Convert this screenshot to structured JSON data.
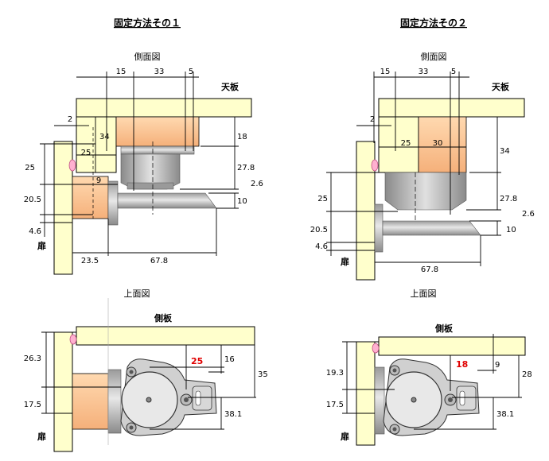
{
  "titles": {
    "left": "固定方法その１",
    "right": "固定方法その２"
  },
  "views": {
    "side": "側面図",
    "top": "上面図"
  },
  "parts": {
    "top_board": "天板",
    "side_board": "側板",
    "door": "扉"
  },
  "left_side": {
    "d15": "15",
    "d33": "33",
    "d5": "5",
    "d2": "2",
    "d34": "34",
    "d18": "18",
    "d25w": "25",
    "d9": "9",
    "d25": "25",
    "d27_8": "27.8",
    "d2_6": "2.6",
    "d20_5": "20.5",
    "d10": "10",
    "d4_6": "4.6",
    "d23_5": "23.5",
    "d67_8": "67.8"
  },
  "right_side": {
    "d15": "15",
    "d33": "33",
    "d5": "5",
    "d2": "2",
    "d25w": "25",
    "d30": "30",
    "d34": "34",
    "d25": "25",
    "d27_8": "27.8",
    "d2_6": "2.6",
    "d20_5": "20.5",
    "d10": "10",
    "d4_6": "4.6",
    "d67_8": "67.8"
  },
  "left_top": {
    "d26_3": "26.3",
    "d25": "25",
    "d16": "16",
    "d35": "35",
    "d17_5": "17.5",
    "d38_1": "38.1"
  },
  "right_top": {
    "d19_3": "19.3",
    "d18": "18",
    "d9": "9",
    "d28": "28",
    "d17_5": "17.5",
    "d38_1": "38.1"
  },
  "colors": {
    "board": "#ffffcc",
    "block": "#ffcc99",
    "metal": "#c8c8c8",
    "dark_metal": "#8c8c8c",
    "red": "#e00000",
    "pink": "#ff99cc"
  }
}
